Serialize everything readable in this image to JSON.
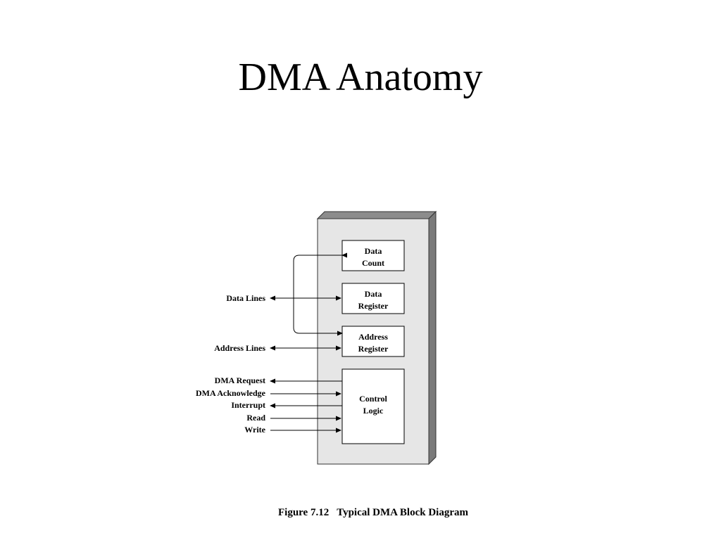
{
  "slide": {
    "title": "DMA Anatomy"
  },
  "diagram": {
    "registers": {
      "data_count": [
        "Data",
        "Count"
      ],
      "data_register": [
        "Data",
        "Register"
      ],
      "address_register": [
        "Address",
        "Register"
      ],
      "control_logic": [
        "Control",
        "Logic"
      ]
    },
    "signals": {
      "data_lines": "Data Lines",
      "address_lines": "Address Lines",
      "dma_request": "DMA Request",
      "dma_acknowledge": "DMA Acknowledge",
      "interrupt": "Interrupt",
      "read": "Read",
      "write": "Write"
    },
    "caption": "Figure 7.12   Typical DMA Block Diagram"
  }
}
